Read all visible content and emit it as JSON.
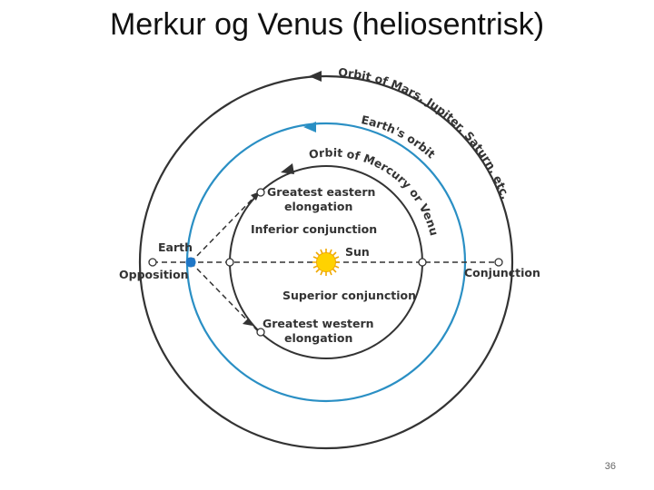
{
  "slide": {
    "title": "Merkur og Venus (heliosentrisk)",
    "page_number": "36"
  },
  "diagram": {
    "orbit_labels": {
      "outer": "Orbit of Mars, Jupiter, Saturn, etc.",
      "earth": "Earth's orbit",
      "inner": "Orbit of Mercury or Venus"
    },
    "labels": {
      "earth": "Earth",
      "opposition": "Opposition",
      "sun": "Sun",
      "conjunction": "Conjunction",
      "inferior_conjunction": "Inferior conjunction",
      "superior_conjunction": "Superior conjunction",
      "greatest_eastern_1": "Greatest eastern",
      "greatest_eastern_2": "elongation",
      "greatest_western_1": "Greatest  western",
      "greatest_western_2": "elongation"
    },
    "colors": {
      "outer_orbit": "#333333",
      "earth_orbit": "#2a8fc4",
      "inner_orbit": "#333333",
      "earth": "#1f77c7",
      "sun": "#ffd200",
      "sun_rays": "#f0a800"
    }
  }
}
